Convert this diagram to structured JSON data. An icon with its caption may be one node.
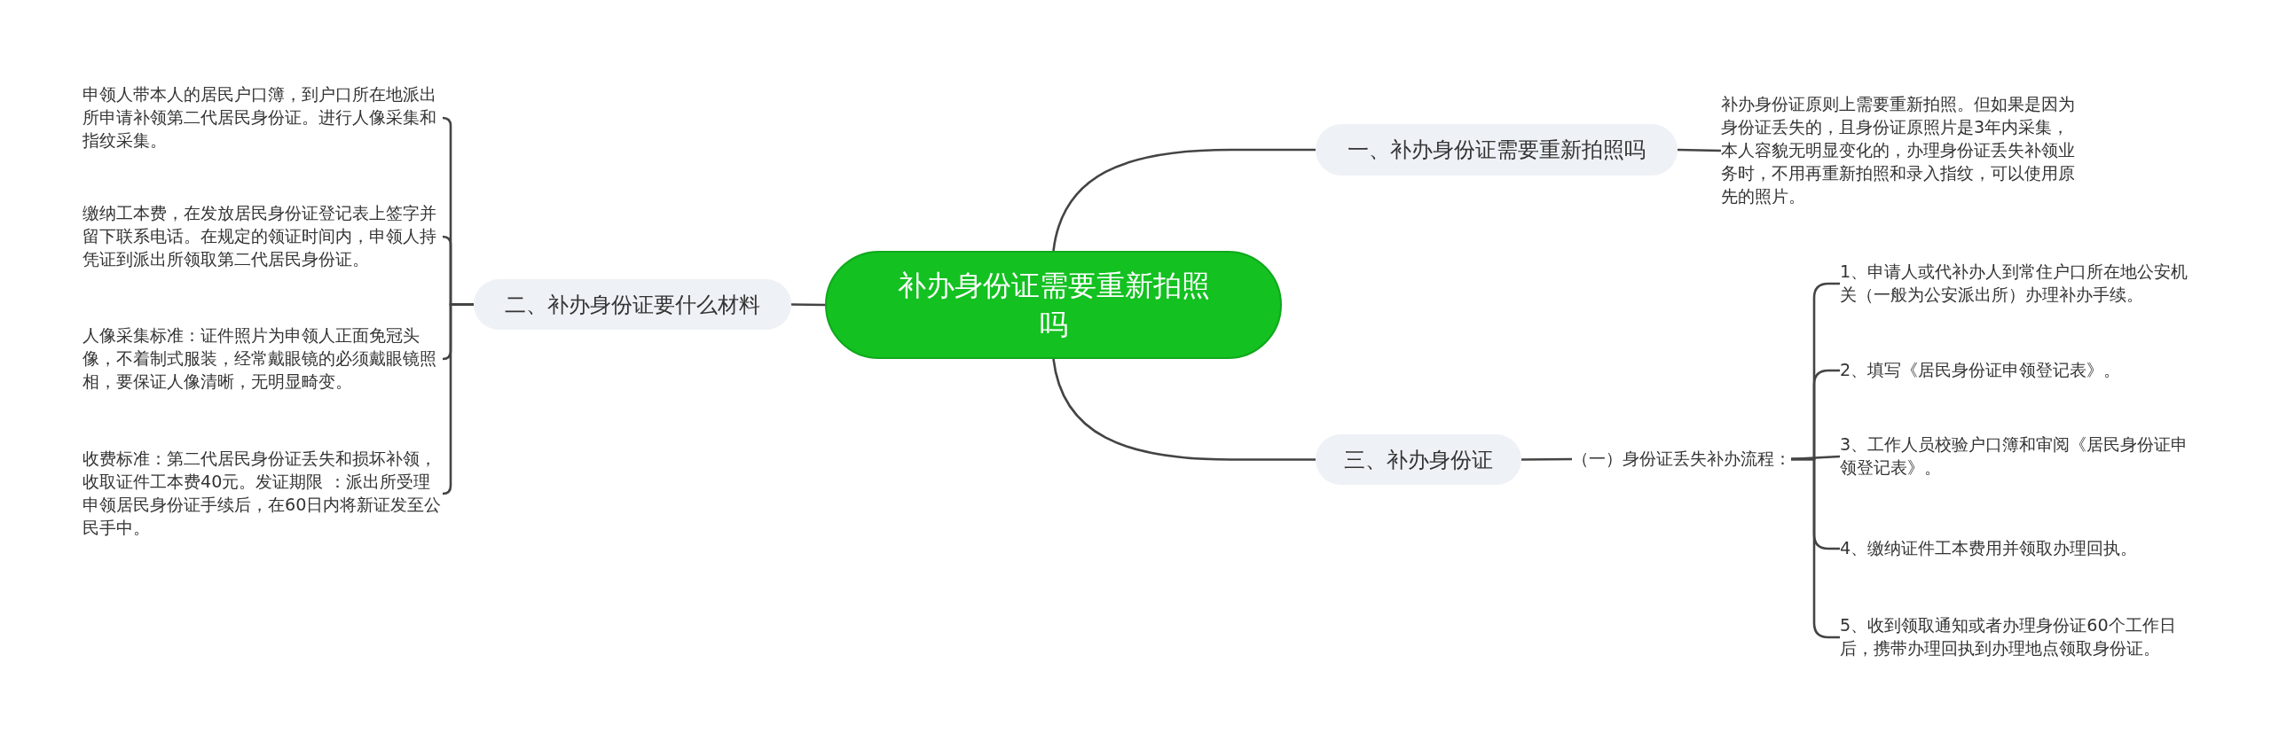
{
  "diagram": {
    "nodes": [
      {
        "text": [
          "补办身份证需要重新拍照吗"
        ]
      },
      {
        "text": [
          "一、补办身份证需要重新拍照吗"
        ]
      },
      {
        "text": [
          "补办身份证原则上需要重新拍照。但如果是因为身份证丢失的，且身份证原照片是3年内采集，本人容貌无明显变化的，办理身份证丢失补领业务时，不用再重新拍照和录入指纹，可以使用原先的照片。"
        ]
      },
      {
        "text": [
          "二、补办身份证要什么材料"
        ]
      },
      {
        "text": [
          "申领人带本人的居民户口簿，到户口所在地派出所申请补领第二代居民身份证。进行人像采集和指纹采集。"
        ]
      },
      {
        "text": [
          "缴纳工本费，在发放居民身份证登记表上签字并留下联系电话。在规定的领证时间内，申领人持凭证到派出所领取第二代居民身份证。"
        ]
      },
      {
        "text": [
          "人像采集标准：证件照片为申领人正面免冠头像，不着制式服装，经常戴眼镜的必须戴眼镜照相，要保证人像清晰，无明显畸变。"
        ]
      },
      {
        "text": [
          "收费标准：第二代居民身份证丢失和损坏补领，收取证件工本费40元。发证期限 ：派出所受理申领居民身份证手续后，在60日内将新证发至公民手中。"
        ]
      },
      {
        "text": [
          "三、补办身份证"
        ]
      },
      {
        "text": [
          "（一）身份证丢失补办流程："
        ]
      },
      {
        "text": [
          "1、申请人或代补办人到常住户口所在地公安机关（一般为公安派出所）办理补办手续。"
        ]
      },
      {
        "text": [
          "2、填写《居民身份证申领登记表》。"
        ]
      },
      {
        "text": [
          "3、工作人员校验户口簿和审阅《居民身份证申领登记表》。"
        ]
      },
      {
        "text": [
          "4、缴纳证件工本费用并领取办理回执。"
        ]
      },
      {
        "text": [
          "5、收到领取通知或者办理身份证60个工作日后，携带办理回执到办理地点领取身份证。"
        ]
      }
    ],
    "edges": [
      {
        "from": 0,
        "to": 1,
        "arrow": "none"
      },
      {
        "from": 1,
        "to": 2,
        "arrow": "none"
      },
      {
        "from": 0,
        "to": 3,
        "arrow": "none"
      },
      {
        "from": 3,
        "to": 4,
        "arrow": "none"
      },
      {
        "from": 3,
        "to": 5,
        "arrow": "none"
      },
      {
        "from": 3,
        "to": 6,
        "arrow": "none"
      },
      {
        "from": 3,
        "to": 7,
        "arrow": "none"
      },
      {
        "from": 0,
        "to": 8,
        "arrow": "none"
      },
      {
        "from": 8,
        "to": 9,
        "arrow": "none"
      },
      {
        "from": 9,
        "to": 10,
        "arrow": "none"
      },
      {
        "from": 9,
        "to": 11,
        "arrow": "none"
      },
      {
        "from": 9,
        "to": 12,
        "arrow": "none"
      },
      {
        "from": 9,
        "to": 13,
        "arrow": "none"
      },
      {
        "from": 9,
        "to": 14,
        "arrow": "none"
      }
    ]
  }
}
